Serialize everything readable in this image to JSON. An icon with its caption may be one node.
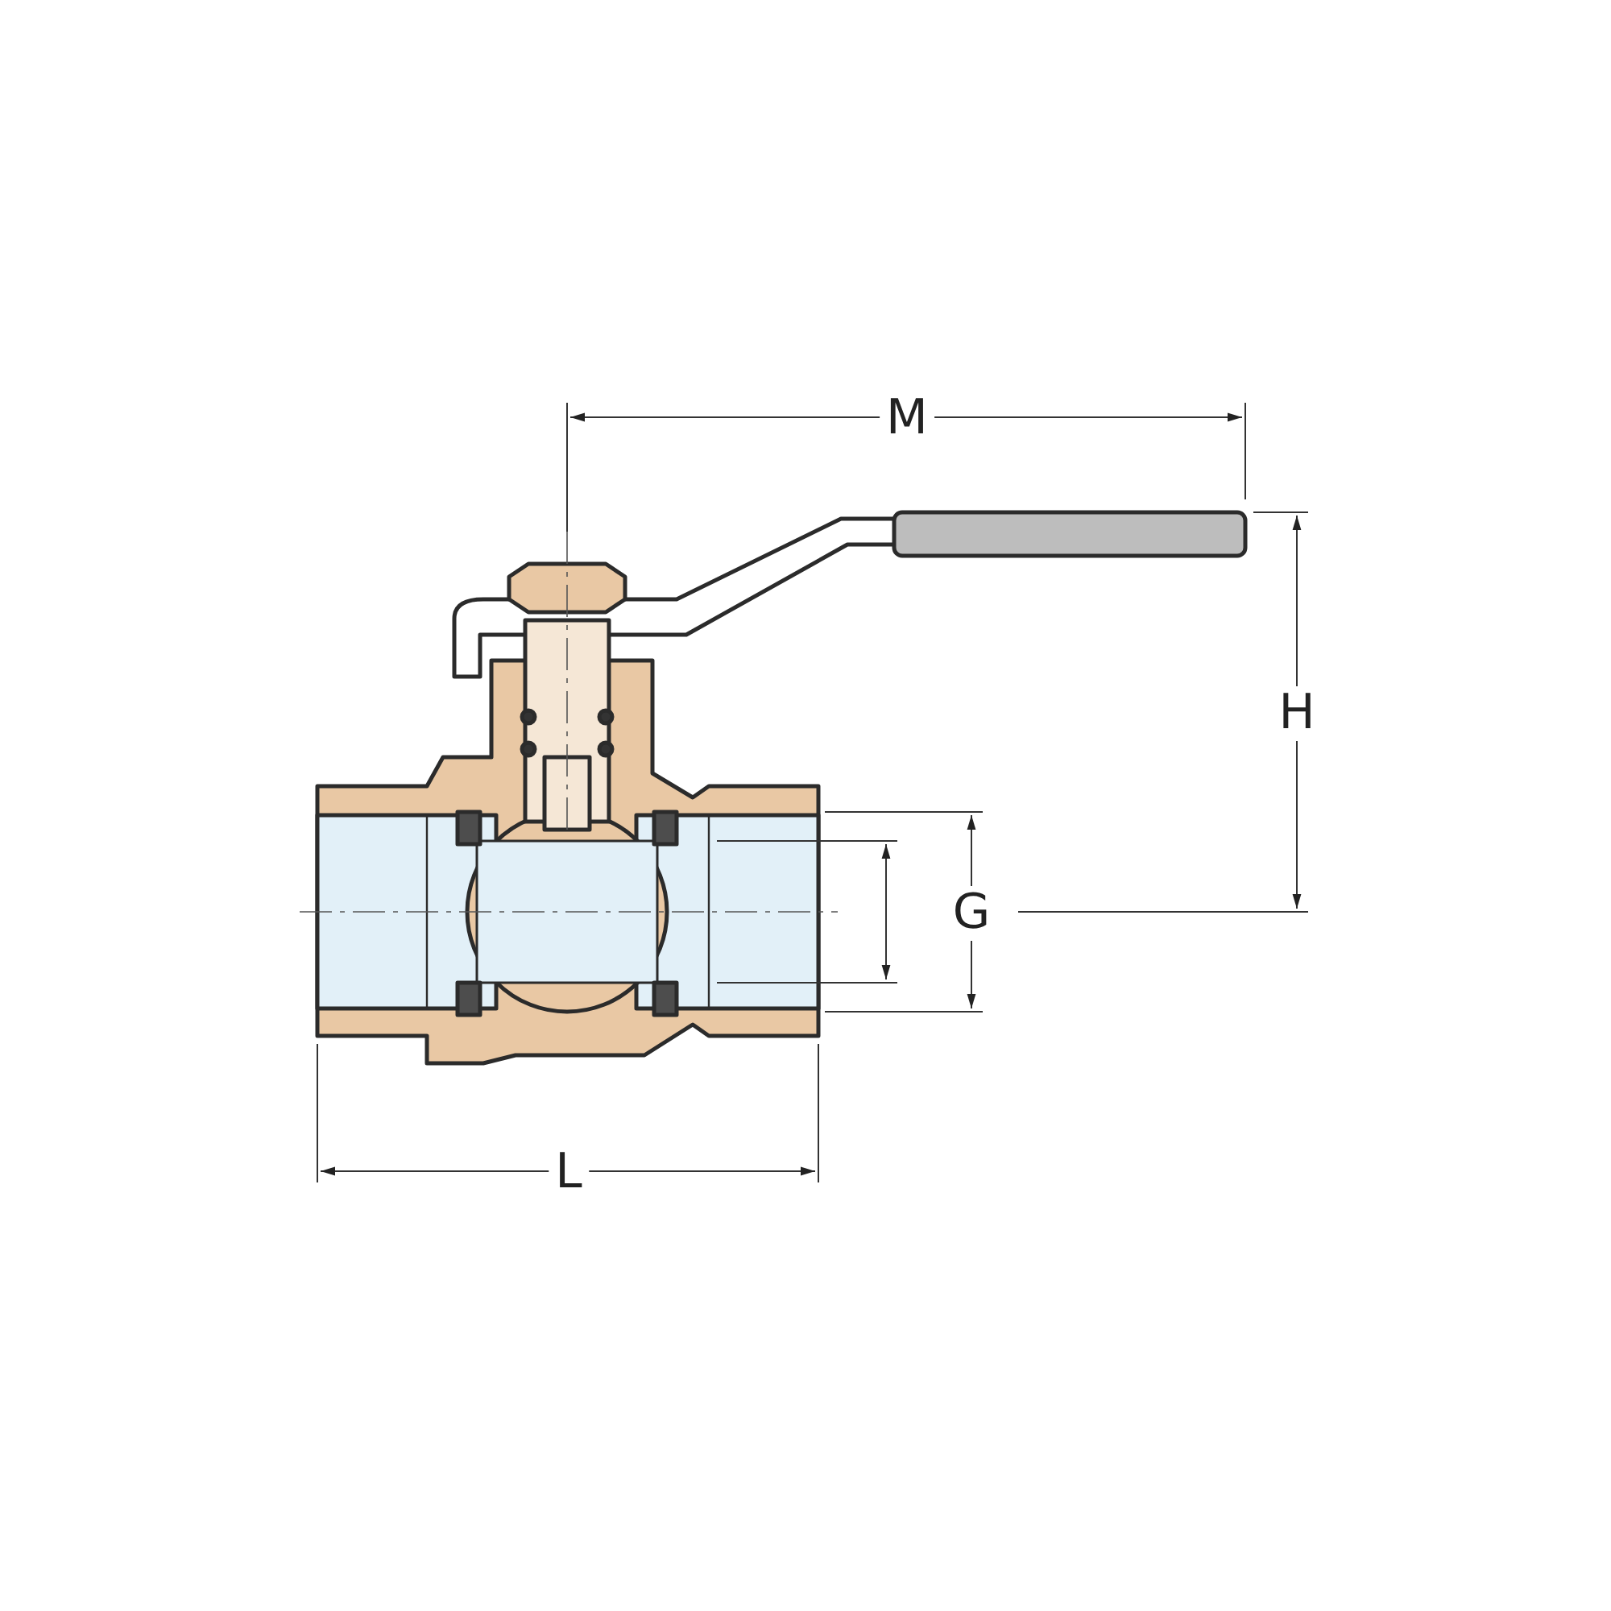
{
  "diagram": {
    "labels": [
      "M",
      "H",
      "G",
      "L"
    ]
  }
}
